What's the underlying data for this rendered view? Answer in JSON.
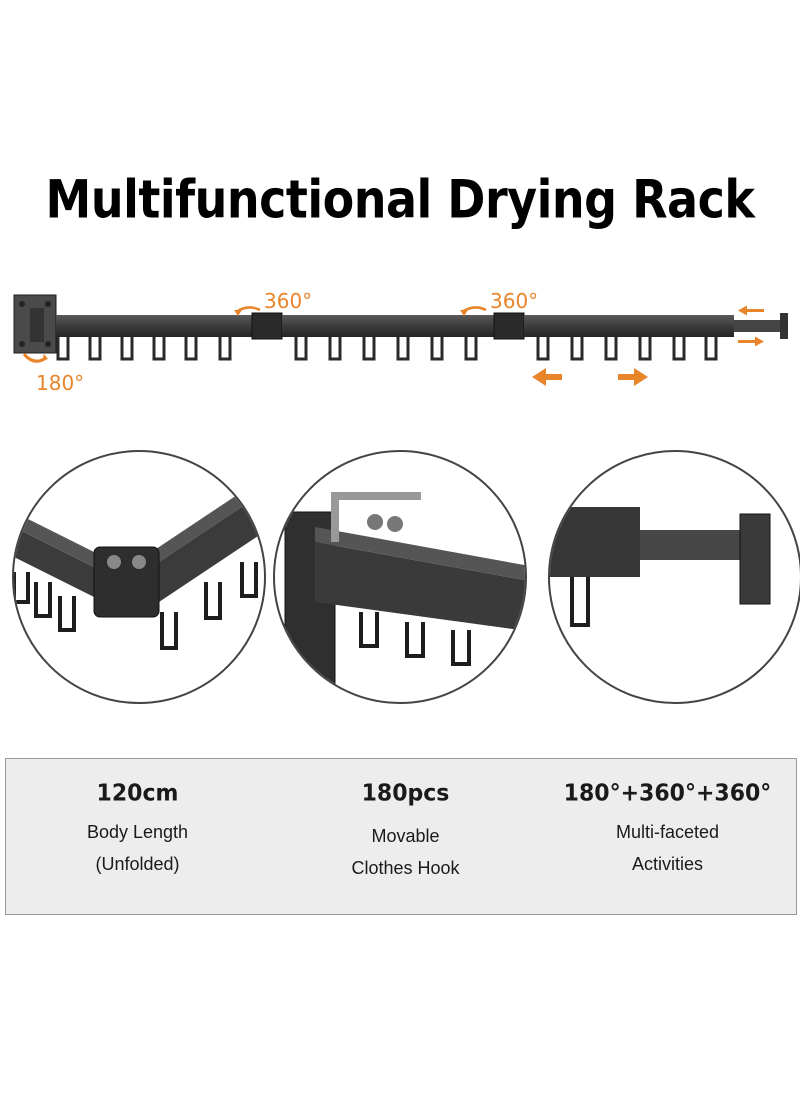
{
  "title": "Multifunctional Drying Rack",
  "rack_labels": {
    "rotation_base": "180°",
    "rotation_joint_1": "360°",
    "rotation_joint_2": "360°"
  },
  "colors": {
    "accent": "#e8852a",
    "rack": "#3a3a3a",
    "panel_bg": "#ededed"
  },
  "specs": [
    {
      "value": "120cm",
      "line1": "Body Length",
      "line2": "(Unfolded)"
    },
    {
      "value": "180pcs",
      "line1": "Movable",
      "line2": "Clothes Hook"
    },
    {
      "value": "180°+360°+360°",
      "line1": "Multi-faceted",
      "line2": "Activities"
    }
  ],
  "icons": [
    "rotation-arrow-icon",
    "extend-arrow-icon",
    "slide-arrow-icon"
  ]
}
